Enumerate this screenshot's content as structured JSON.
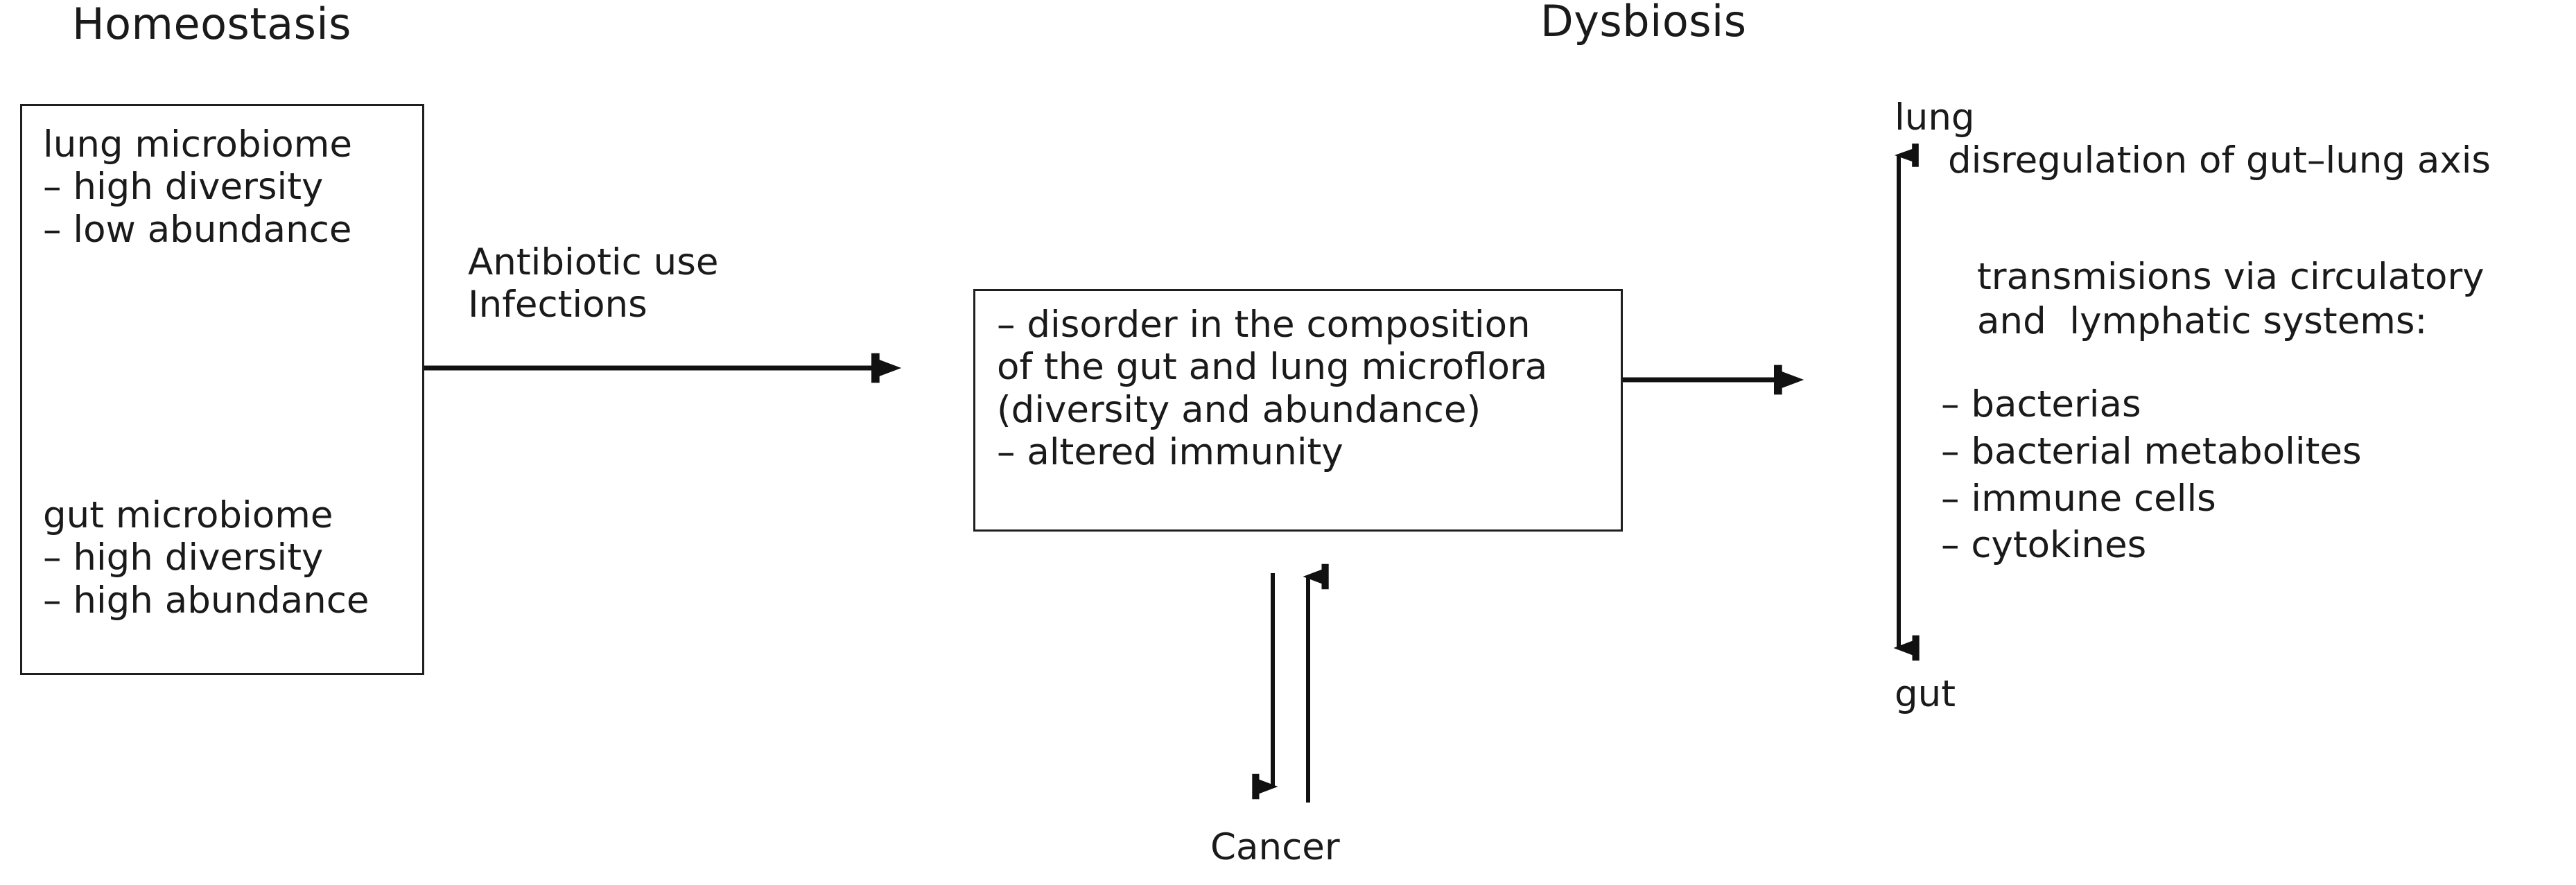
{
  "diagram": {
    "title_left": "Homeostasis",
    "title_right": "Dysbiosis",
    "homeostasis_box": {
      "lung_microbiome": "lung microbiome\n– high diversity\n– low abundance",
      "gut_microbiome": "gut microbiome\n– high diversity\n– high abundance"
    },
    "transition_label": "Antibiotic use\nInfections",
    "dysbiosis_box": {
      "items": "– disorder in the composition\nof the gut and lung microflora\n(diversity and abundance)\n– altered immunity"
    },
    "right_panel": {
      "top_organ": "lung",
      "bottom_organ": "gut",
      "axis_label": "disregulation of gut–lung axis",
      "transmissions_heading": "transmisions via circulatory\nand  lymphatic systems:",
      "transmissions_items": "– bacterias\n– bacterial metabolites\n– immune cells\n– cytokines"
    },
    "outcome_label": "Cancer",
    "colors": {
      "stroke": "#1f1f1f",
      "text": "#1a1a1a",
      "background": "#ffffff"
    }
  }
}
